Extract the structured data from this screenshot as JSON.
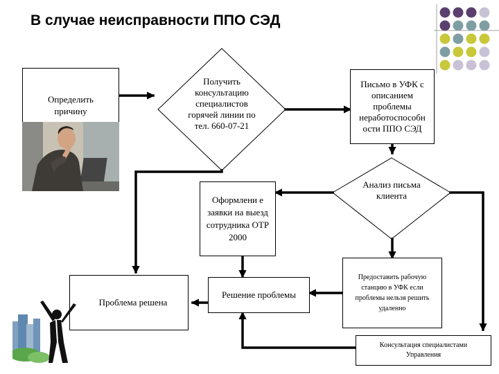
{
  "title": "В случае неисправности ППО СЭД",
  "nodes": {
    "determine_cause": "Определить причину",
    "hotline": "Получить консультацию специалистов горячей линии по тел. 660-07-21",
    "letter_ufk": "Письмо в УФК с описанием проблемы неработоспособн ости ППО СЭД",
    "submit_request": "Оформлени е заявки на выезд сотрудника ОТР 2000",
    "analyze_letter": "Анализ письма клиента",
    "problem_solved": "Проблема решена",
    "solution": "Решение проблемы",
    "workstation": "Предоставить рабочую станцию в УФК если проблемы нельзя решить удаленно",
    "consultation": "Консультация специалистами Управления"
  },
  "colors": {
    "dot_purple": "#5b3f6e",
    "dot_teal": "#7f9ea3",
    "dot_yellow": "#c8c83a",
    "dot_lavender": "#c9c2d6"
  },
  "dot_grid": [
    [
      "purple",
      "purple",
      "purple",
      "lavender"
    ],
    [
      "purple",
      "teal",
      "teal",
      "teal"
    ],
    [
      "yellow",
      "teal",
      "yellow",
      "yellow"
    ],
    [
      "teal",
      "yellow",
      "yellow",
      "lavender"
    ],
    [
      "yellow",
      "lavender",
      "lavender",
      "lavender"
    ]
  ]
}
